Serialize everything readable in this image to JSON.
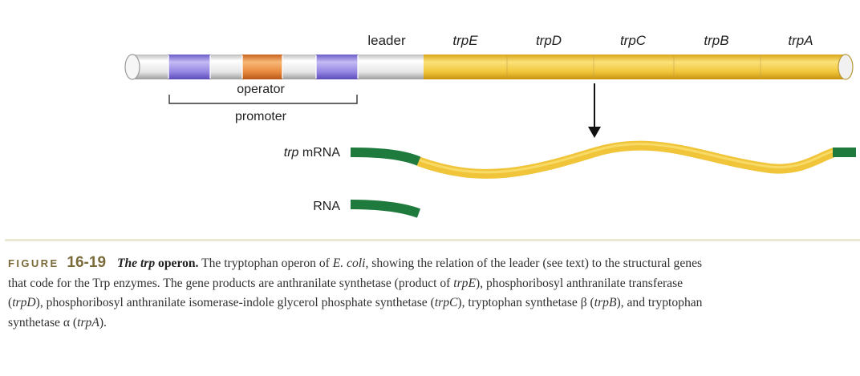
{
  "diagram": {
    "labels": {
      "leader": "leader",
      "genes": [
        "trpE",
        "trpD",
        "trpC",
        "trpB",
        "trpA"
      ],
      "operator": "operator",
      "promoter": "promoter",
      "mrna_italic": "trp",
      "mrna_rest": " mRNA",
      "rna": "RNA"
    },
    "colors": {
      "promoter_region": "#8e7fe0",
      "operator_region": "#e58a3c",
      "genes": "#f1c73a",
      "leader_rna": "#1f7a3e",
      "dna_backbone": "#e8e8e8"
    }
  },
  "caption": {
    "figure_word": "FIGURE",
    "figure_number": "16-19",
    "title_italic": "The trp",
    "title_rest": " operon.",
    "segments": [
      {
        "text": "   The tryptophan operon of ",
        "italic": false
      },
      {
        "text": "E. coli,",
        "italic": true
      },
      {
        "text": " showing the relation of the leader (see text) to the structural genes that code for the Trp enzymes. The gene products are anthranilate synthetase (product of ",
        "italic": false
      },
      {
        "text": "trpE",
        "italic": true
      },
      {
        "text": "), phosphoribosyl anthranilate transferase (",
        "italic": false
      },
      {
        "text": "trpD",
        "italic": true
      },
      {
        "text": "), phosphoribosyl anthranilate isomerase-indole glycerol phosphate synthetase (",
        "italic": false
      },
      {
        "text": "trpC",
        "italic": true
      },
      {
        "text": "), tryptophan synthetase β (",
        "italic": false
      },
      {
        "text": "trpB",
        "italic": true
      },
      {
        "text": "), and tryptophan synthetase α (",
        "italic": false
      },
      {
        "text": "trpA",
        "italic": true
      },
      {
        "text": ").",
        "italic": false
      }
    ]
  }
}
